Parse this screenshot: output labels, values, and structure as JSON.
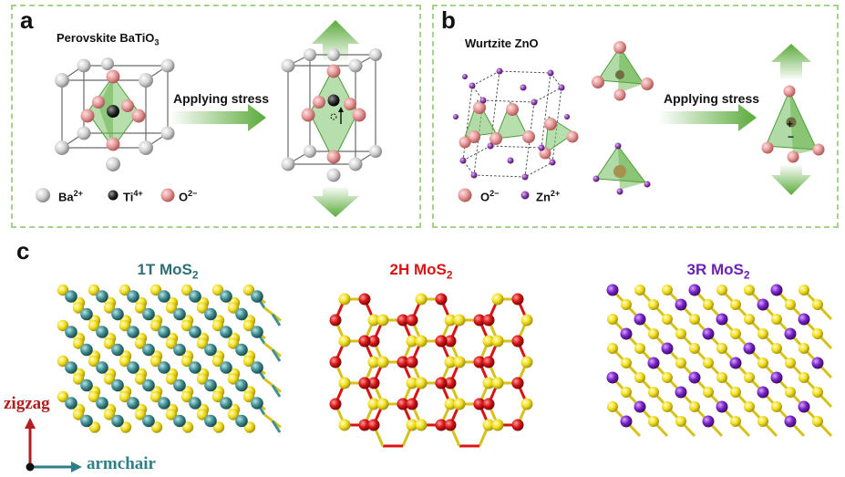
{
  "colors": {
    "panel_border": "#a6d38c",
    "green_arrow": "#5aaa3a",
    "ba": "#cfcfcf",
    "ti": "#2b2b2b",
    "o": "#e59a9a",
    "zn": "#8e3fb0",
    "s_yellow": "#f2df1d",
    "mo_teal": "#3f8f93",
    "mo_red": "#d81414",
    "mo_purple": "#7a22c9",
    "title_1t": "#2f6f74",
    "title_2h": "#d81414",
    "title_3r": "#6a22b8",
    "zigzag": "#b21e1e",
    "armchair": "#2f7f8a"
  },
  "panel_a": {
    "letter": "a",
    "title_main": "Perovskite BaTiO",
    "title_sub": "3",
    "arrow_label": "Applying stress",
    "legend": [
      {
        "element": "Ba",
        "charge": "2+",
        "icon": "ba-ion-icon"
      },
      {
        "element": "Ti",
        "charge": "4+",
        "icon": "ti-ion-icon"
      },
      {
        "element": "O",
        "charge": "2−",
        "icon": "o-ion-icon"
      }
    ]
  },
  "panel_b": {
    "letter": "b",
    "title": "Wurtzite ZnO",
    "arrow_label": "Applying stress",
    "legend": [
      {
        "element": "O",
        "charge": "2−",
        "icon": "o-ion-icon"
      },
      {
        "element": "Zn",
        "charge": "2+",
        "icon": "zn-ion-icon"
      }
    ],
    "charge_symbols": [
      "+",
      "−"
    ]
  },
  "panel_c": {
    "letter": "c",
    "titles": [
      {
        "main": "1T MoS",
        "sub": "2"
      },
      {
        "main": "2H MoS",
        "sub": "2"
      },
      {
        "main": "3R MoS",
        "sub": "2"
      }
    ],
    "axes": {
      "vertical": "zigzag",
      "horizontal": "armchair"
    }
  }
}
